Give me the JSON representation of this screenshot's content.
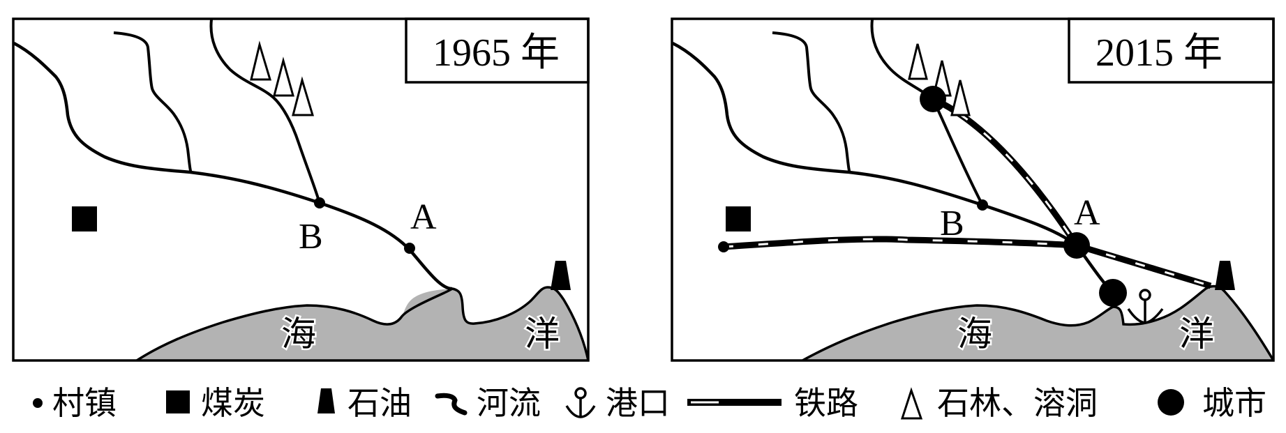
{
  "maps": [
    {
      "year_label": "1965 年",
      "points": {
        "A": "A",
        "B": "B"
      },
      "sea_labels": [
        "海",
        "洋"
      ]
    },
    {
      "year_label": "2015 年",
      "points": {
        "A": "A",
        "B": "B"
      },
      "sea_labels": [
        "海",
        "洋"
      ]
    }
  ],
  "legend": [
    {
      "icon": "village-dot-icon",
      "label": "村镇"
    },
    {
      "icon": "coal-square-icon",
      "label": "煤炭"
    },
    {
      "icon": "oil-trapezoid-icon",
      "label": "石油"
    },
    {
      "icon": "river-line-icon",
      "label": "河流"
    },
    {
      "icon": "port-anchor-icon",
      "label": "港口"
    },
    {
      "icon": "railway-icon",
      "label": "铁路"
    },
    {
      "icon": "karst-triangle-icon",
      "label": "石林、溶洞"
    },
    {
      "icon": "city-dot-icon",
      "label": "城市"
    }
  ],
  "colors": {
    "sea": "#b3b3b3",
    "ink": "#000000",
    "background": "#ffffff"
  }
}
